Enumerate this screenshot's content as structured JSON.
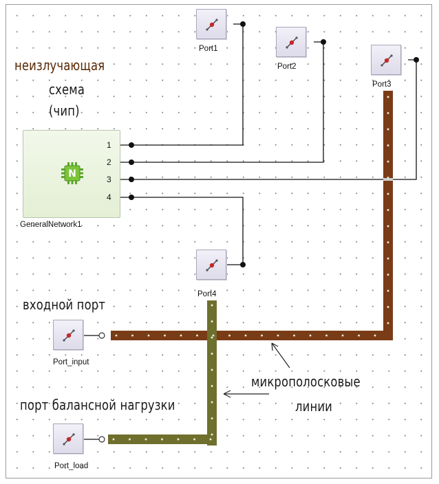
{
  "annotations": {
    "chip_line1": "неизлучающая",
    "chip_line2": "схема",
    "chip_line3": "(чип)",
    "input_port": "входной порт",
    "microstrip_line1": "микрополосковые",
    "microstrip_line2": "линии",
    "balance_load": "порт балансной нагрузки"
  },
  "network": {
    "name": "GeneralNetwork1",
    "icon": "network-n-icon",
    "icon_letter": "N",
    "pins": [
      "1",
      "2",
      "3",
      "4"
    ]
  },
  "ports": {
    "port1": "Port1",
    "port2": "Port2",
    "port3": "Port3",
    "port4": "Port4",
    "port_input": "Port_input",
    "port_load": "Port_load"
  },
  "colors": {
    "microstrip_brown": "#7a3b17",
    "microstrip_olive": "#6f6f2e",
    "wire": "#111111",
    "port_fill": "#e6e4f0",
    "chip_fill": "#e8f1dc",
    "chip_icon": "#6ab12e"
  }
}
